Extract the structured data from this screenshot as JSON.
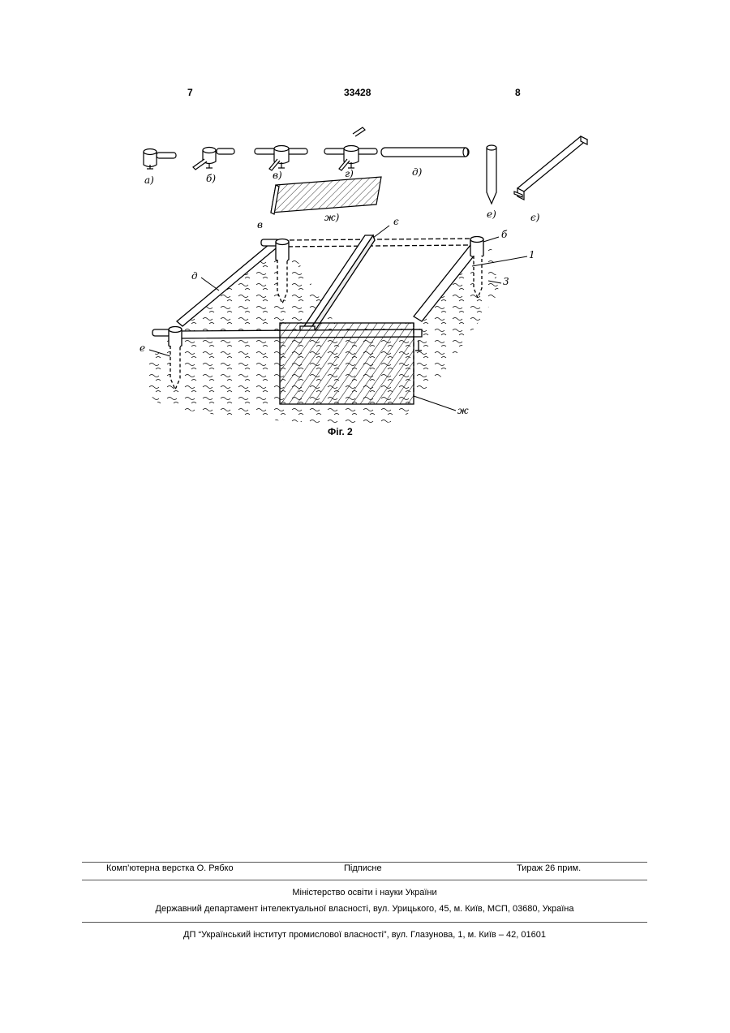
{
  "header": {
    "page_left": "7",
    "patent_number": "33428",
    "page_right": "8"
  },
  "figure": {
    "caption": "Фіг. 2",
    "part_labels": {
      "a": "а)",
      "b": "б)",
      "v": "в)",
      "g": "г)",
      "d": "д)",
      "e": "е)",
      "ye": "є)",
      "zh": "ж)"
    },
    "assembly_labels": {
      "v": "в",
      "ye": "є",
      "b": "б",
      "one": "1",
      "d": "д",
      "three": "3",
      "e": "е",
      "zh": "ж"
    }
  },
  "footer": {
    "typesetting": "Комп’ютерна верстка О. Рябко",
    "signed": "Підписне",
    "print_run": "Тираж 26 прим.",
    "ministry": "Міністерство освіти і науки України",
    "department": "Державний департамент інтелектуальної власності, вул. Урицького, 45, м. Київ, МСП, 03680, Україна",
    "publisher": "ДП “Український інститут промислової власності”, вул. Глазунова, 1, м. Київ – 42, 01601"
  }
}
